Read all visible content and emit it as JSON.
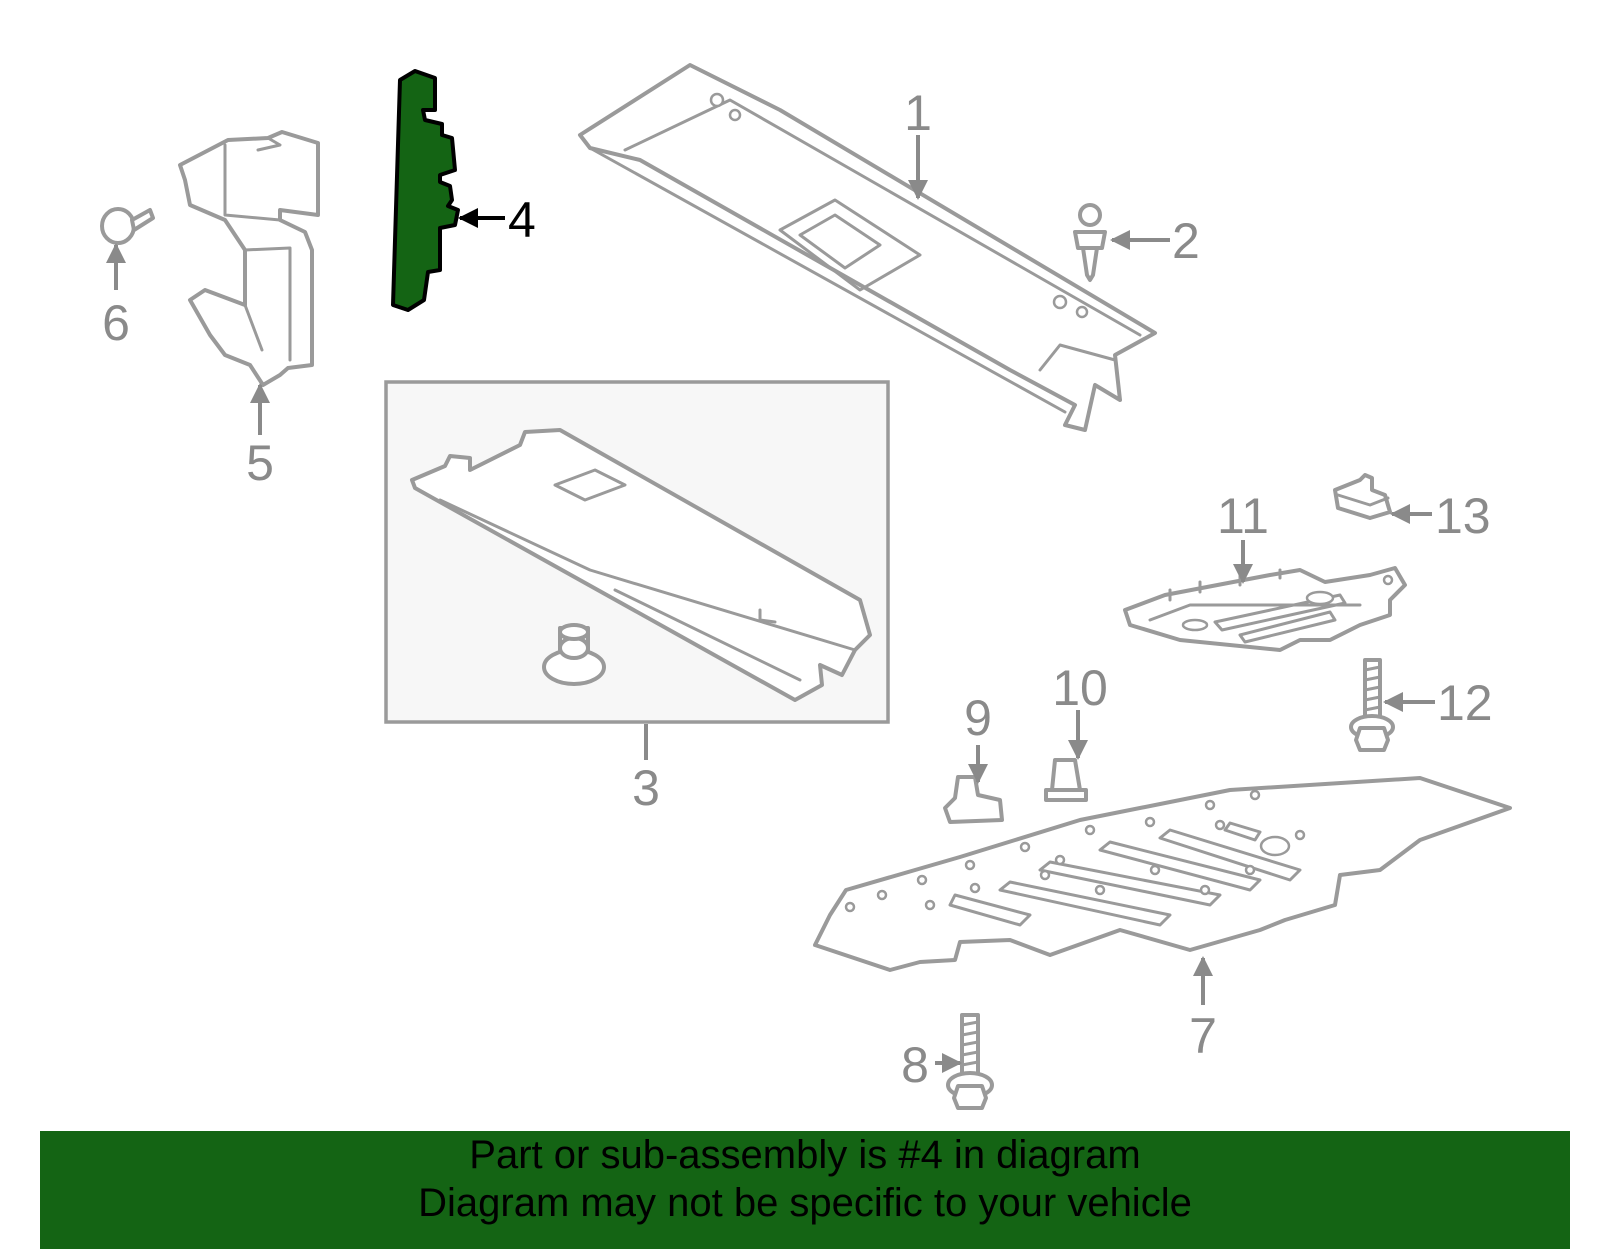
{
  "colors": {
    "highlight_part": "#146414",
    "banner_background": "#146414",
    "banner_text": "#000000",
    "line_art": "#9a9a9a",
    "callout_text": "#8a8a8a",
    "inset_background": "#f7f7f7"
  },
  "highlighted_callout": "4",
  "callouts": {
    "c1": "1",
    "c2": "2",
    "c3": "3",
    "c4": "4",
    "c5": "5",
    "c6": "6",
    "c7": "7",
    "c8": "8",
    "c9": "9",
    "c10": "10",
    "c11": "11",
    "c12": "12",
    "c13": "13"
  },
  "banner": {
    "line1": "Part or sub-assembly is #4 in diagram",
    "line2": "Diagram may not be specific to your vehicle"
  }
}
